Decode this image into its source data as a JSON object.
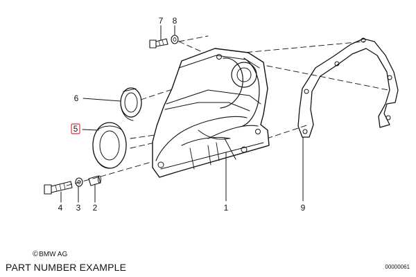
{
  "callouts": [
    "1",
    "2",
    "3",
    "4",
    "5",
    "6",
    "7",
    "8",
    "9"
  ],
  "highlighted_callout": "5",
  "highlight_color": "#d8323c",
  "copyright_symbol": "©",
  "copyright_text": "BMW AG",
  "title": "PART NUMBER EXAMPLE",
  "diagram_code": "00000061"
}
